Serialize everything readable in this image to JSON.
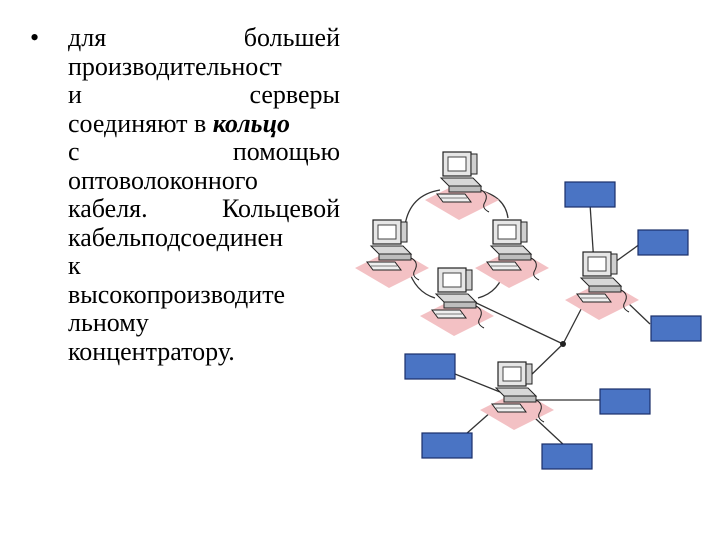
{
  "bullet": "•",
  "text_lines": [
    {
      "parts": [
        "для",
        "большей"
      ],
      "justify": true
    },
    {
      "parts": [
        "производительност"
      ],
      "justify": false
    },
    {
      "parts": [
        "и",
        "серверы"
      ],
      "justify": true
    },
    {
      "parts": [
        "соединяют в ",
        "кольцо"
      ],
      "justify": false,
      "em_last": true
    },
    {
      "parts": [
        "с",
        "помощью"
      ],
      "justify": true
    },
    {
      "parts": [
        "оптоволоконного"
      ],
      "justify": false
    },
    {
      "parts": [
        "кабеля.",
        "Кольцевой"
      ],
      "justify": true
    },
    {
      "parts": [
        "кабельподсоединен"
      ],
      "justify": false
    },
    {
      "parts": [
        "к"
      ],
      "justify": false
    },
    {
      "parts": [
        "высокопроизводите"
      ],
      "justify": false
    },
    {
      "parts": [
        "льному"
      ],
      "justify": false
    },
    {
      "parts": [
        "концентратору."
      ],
      "justify": false
    }
  ],
  "diagram": {
    "colors": {
      "box_fill": "#4a74c4",
      "box_stroke": "#1a2f6a",
      "shadow": "#f3c1c4",
      "line": "#333333"
    },
    "servers": [
      "ring-top",
      "ring-left",
      "ring-right",
      "ring-bottom",
      "switch-right",
      "hub-lower"
    ],
    "boxes": [
      "box-1",
      "box-2",
      "box-3",
      "box-4",
      "box-5",
      "box-6",
      "box-7"
    ],
    "icon": "computer-icon"
  }
}
